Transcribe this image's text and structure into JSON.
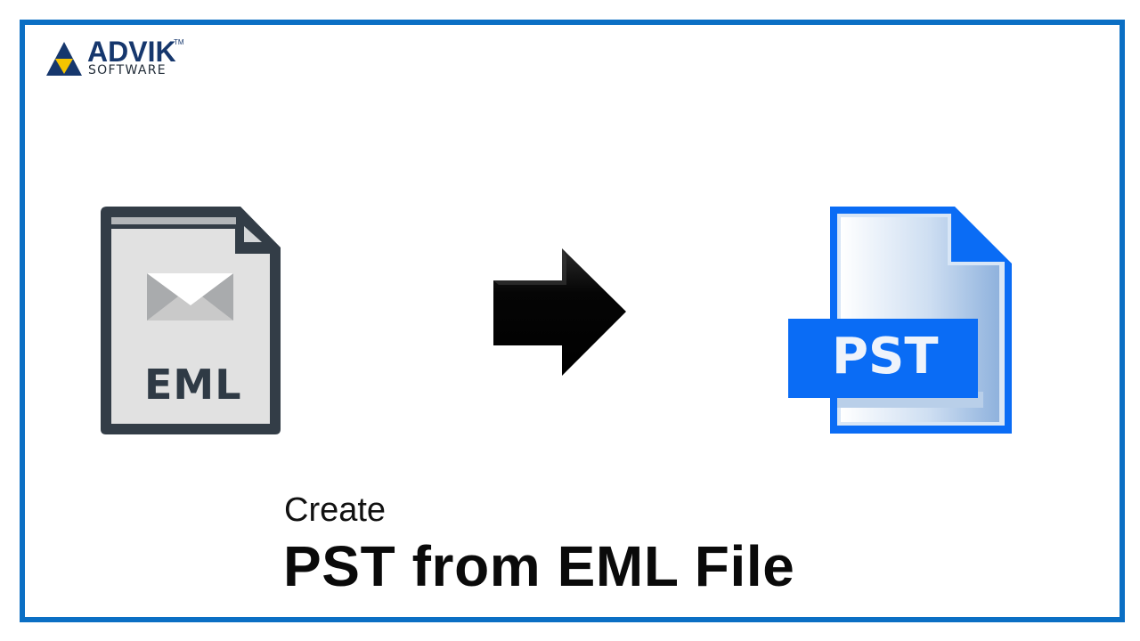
{
  "brand": {
    "name": "ADVIK",
    "trademark": "TM",
    "subtitle": "SOFTWARE",
    "colors": {
      "navy": "#16376d",
      "yellow": "#f5c400"
    },
    "icon": "triangle-logo-icon"
  },
  "frame": {
    "border_color": "#0b6fc4"
  },
  "conversion": {
    "source": {
      "label": "EML",
      "icon": "eml-file-icon",
      "color": "#2f3a45"
    },
    "arrow": {
      "icon": "arrow-right-icon",
      "color": "#000000"
    },
    "target": {
      "label": "PST",
      "icon": "pst-file-icon",
      "color": "#0a6cf5"
    }
  },
  "caption": {
    "line1": "Create",
    "line2": "PST from EML File"
  }
}
